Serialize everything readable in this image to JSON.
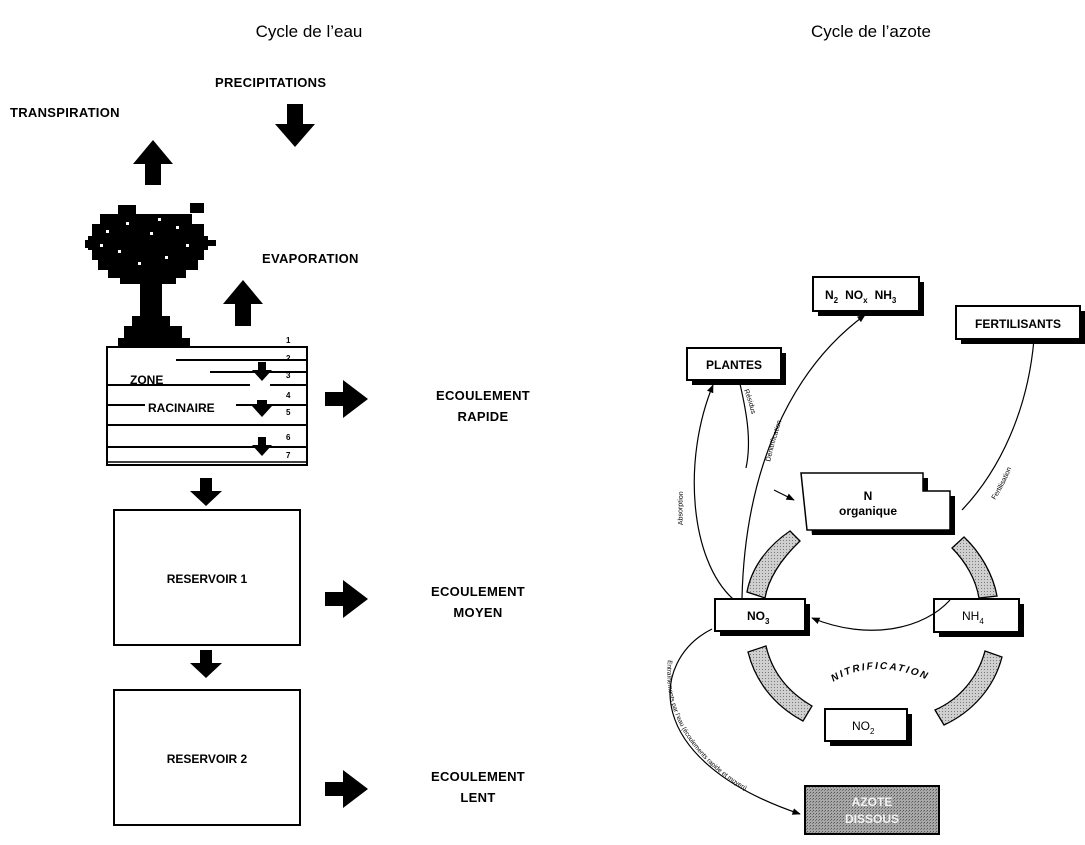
{
  "water_cycle": {
    "title": "Cycle de l’eau",
    "precipitations": "PRECIPITATIONS",
    "transpiration": "TRANSPIRATION",
    "evaporation": "EVAPORATION",
    "zone": "ZONE",
    "racinaire": "RACINAIRE",
    "layers": [
      "1",
      "2",
      "3",
      "4",
      "5",
      "6",
      "7"
    ],
    "reservoir_1": "RESERVOIR 1",
    "reservoir_2": "RESERVOIR 2",
    "flow_fast": [
      "ECOULEMENT",
      "RAPIDE"
    ],
    "flow_medium": [
      "ECOULEMENT",
      "MOYEN"
    ],
    "flow_slow": [
      "ECOULEMENT",
      "LENT"
    ]
  },
  "nitrogen_cycle": {
    "title": "Cycle de l’azote",
    "gases": {
      "n2": "N",
      "n2_sub": "2",
      "nox": "NO",
      "nox_sub": "x",
      "nh3": "NH",
      "nh3_sub": "3"
    },
    "plantes": "PLANTES",
    "fertilisants": "FERTILISANTS",
    "n_organique": [
      "N",
      "organique"
    ],
    "no3": {
      "main": "NO",
      "sub": "3"
    },
    "nh4": {
      "main": "NH",
      "sub": "4"
    },
    "no2": {
      "main": "NO",
      "sub": "2"
    },
    "nitrification": "NITRIFICATION",
    "azote_dissous": [
      "AZOTE",
      "DISSOUS"
    ],
    "arrow_labels": {
      "absorption": "Absorption",
      "residus": "Résidus",
      "denitrification": "Dénitrification",
      "fertilisation": "Fertilisation",
      "entrainements": "Entraînements par l’eau (écoulements rapide et moyen)"
    }
  }
}
